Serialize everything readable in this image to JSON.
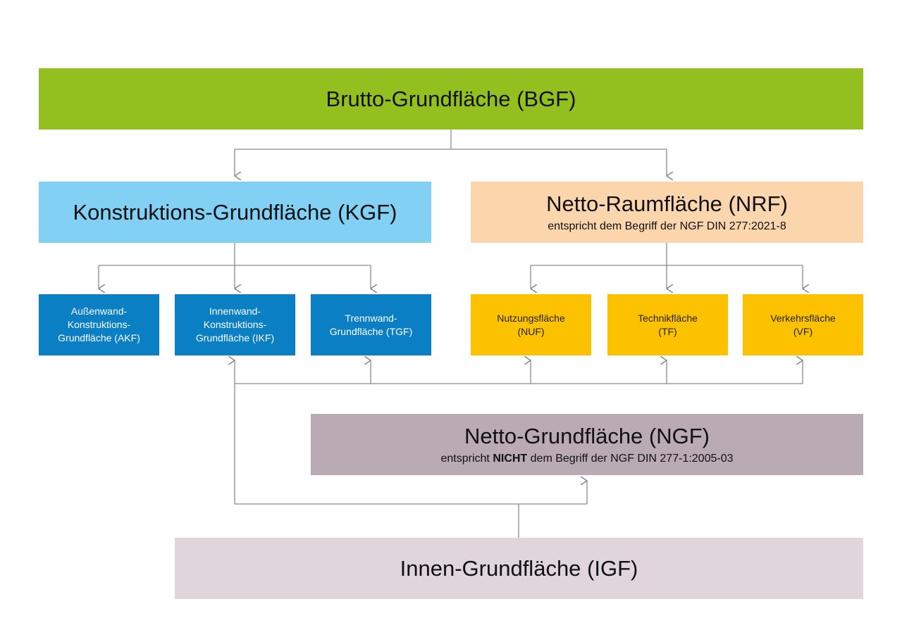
{
  "boxes": {
    "bgf": {
      "title": "Brutto-Grundfläche (BGF)"
    },
    "kgf": {
      "title": "Konstruktions-Grundfläche (KGF)"
    },
    "nrf": {
      "title": "Netto-Raumfläche (NRF)",
      "subtitle": "entspricht dem Begriff der NGF DIN 277:2021-8"
    },
    "akf": {
      "line1": "Außenwand-",
      "line2": "Konstruktions-",
      "line3": "Grundfläche (AKF)"
    },
    "ikf": {
      "line1": "Innenwand-",
      "line2": "Konstruktions-",
      "line3": "Grundfläche (IKF)"
    },
    "tgf": {
      "line1": "Trennwand-",
      "line2": "Grundfläche (TGF)"
    },
    "nuf": {
      "line1": "Nutzungsfläche",
      "line2": "(NUF)"
    },
    "tf": {
      "line1": "Technikfläche",
      "line2": "(TF)"
    },
    "vf": {
      "line1": "Verkehrsfläche",
      "line2": "(VF)"
    },
    "ngf": {
      "title": "Netto-Grundfläche (NGF)",
      "subtitle_pre": "entspricht ",
      "subtitle_bold": "NICHT",
      "subtitle_post": " dem Begriff der NGF DIN 277-1:2005-03"
    },
    "igf": {
      "title": "Innen-Grundfläche (IGF)"
    }
  },
  "colors": {
    "bgf": "#93c01f",
    "kgf": "#82d0f4",
    "nrf": "#fbd5ac",
    "kgf_children": "#0a7fc3",
    "nrf_children": "#fcc200",
    "ngf": "#b9aab3",
    "igf": "#dfd5da",
    "connector": "#8a8a8a"
  }
}
